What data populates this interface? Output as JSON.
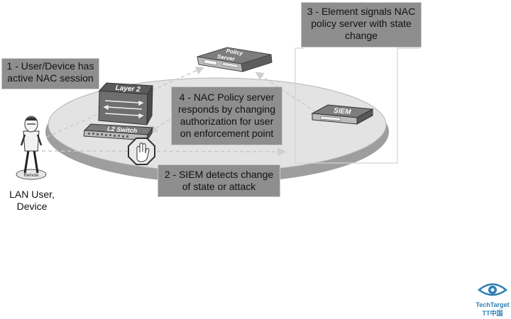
{
  "callouts": {
    "step1": {
      "lines": [
        "1 - User/Device has",
        "active NAC session"
      ]
    },
    "step2": {
      "lines": [
        "2 - SIEM detects change",
        "of state or attack"
      ]
    },
    "step3": {
      "lines": [
        "3 - Element signals NAC",
        "policy server with state",
        "change"
      ]
    },
    "step4": {
      "lines": [
        "4 - NAC Policy server",
        "responds by changing",
        "authorization for user",
        "on enforcement point"
      ]
    }
  },
  "devices": {
    "policy_server": {
      "label_line1": "Policy",
      "label_line2": "Server"
    },
    "layer2": {
      "label": "Layer 2"
    },
    "switch": {
      "label": "L2 Switch"
    },
    "siem": {
      "label": "SIEM"
    }
  },
  "user": {
    "badge": "Remote",
    "caption_lines": [
      "LAN User,",
      "Device"
    ]
  },
  "logo": {
    "brand": "TechTarget",
    "sub": "TT中国"
  },
  "colors": {
    "callout_fill": "#8e8e8e",
    "platform_fill": "#e3e3e3",
    "platform_rim": "#9e9e9e",
    "logo_blue": "#2f7fb4"
  }
}
